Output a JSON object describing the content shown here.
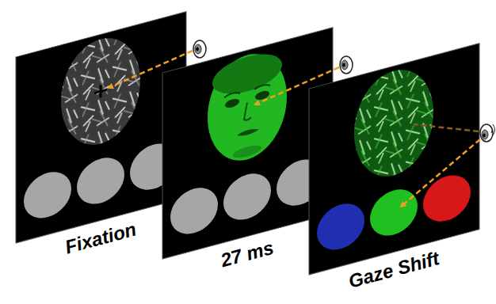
{
  "diagram": {
    "labels": [
      "Fixation",
      "27 ms",
      "Gaze Shift"
    ]
  }
}
